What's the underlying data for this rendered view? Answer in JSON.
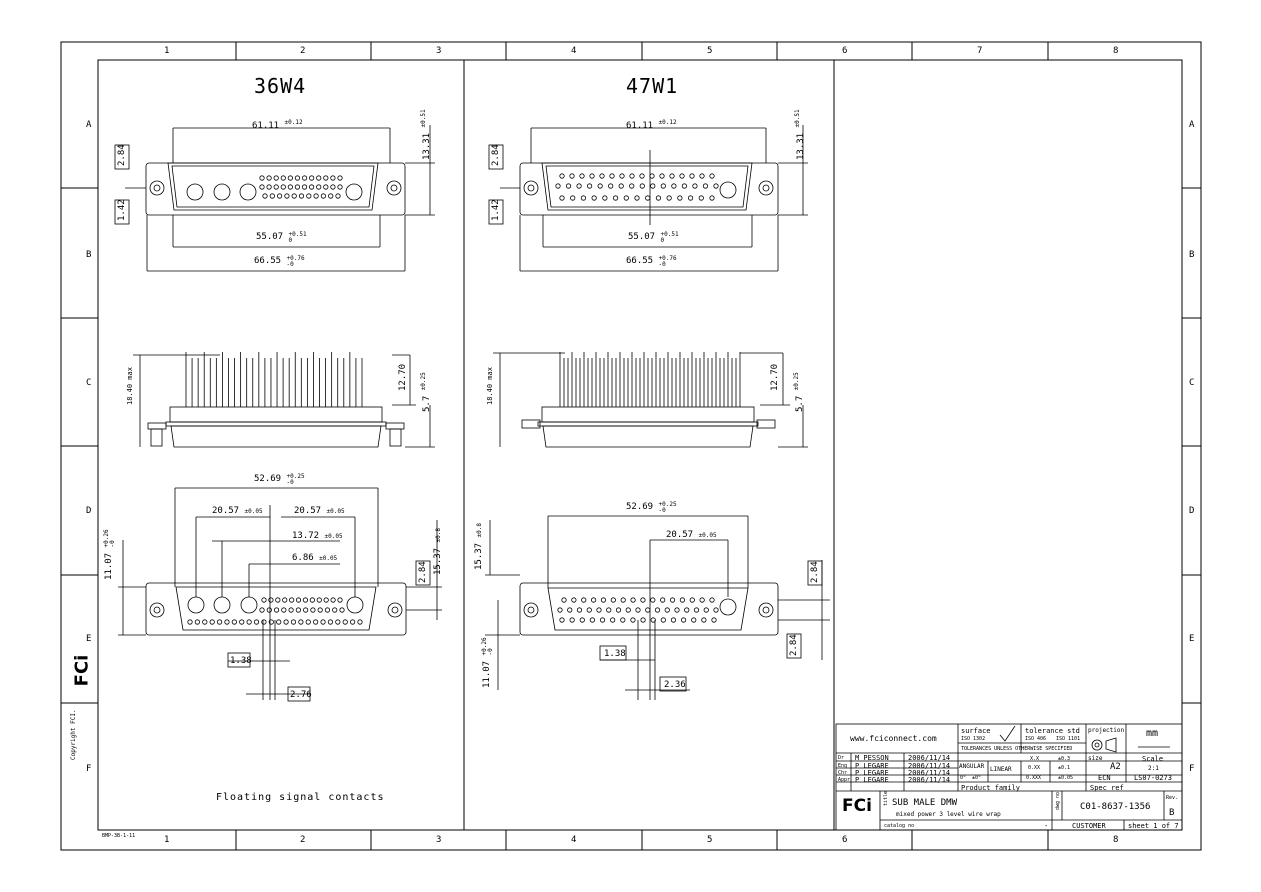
{
  "sheet": {
    "columns": [
      "1",
      "2",
      "3",
      "4",
      "5",
      "6",
      "7",
      "8"
    ],
    "rows": [
      "A",
      "B",
      "C",
      "D",
      "E",
      "F"
    ],
    "stamp": "BMP-3B-1-11",
    "copyright": "Copyright FCI.",
    "brand": "FCi"
  },
  "views": {
    "left_title": "36W4",
    "right_title": "47W1",
    "note": "Floating signal contacts"
  },
  "dims_left": {
    "top_width": "61.11",
    "top_width_tol": "±0.12",
    "top_height": "13.31",
    "top_height_tol": "±0.51",
    "left_upper": "2.84",
    "left_lower": "1.42",
    "inner_width": "55.07",
    "inner_width_tol_plus": "+0.51",
    "inner_width_tol_minus": "0",
    "overall_width": "66.55",
    "overall_width_tol_plus": "+0.76",
    "overall_width_tol_minus": "-0",
    "side_max": "18.40 max",
    "side_pin": "12.70",
    "side_base": "5.7",
    "side_base_tol": "±0.25",
    "bot_width": "52.69",
    "bot_width_tol_plus": "+0.25",
    "bot_width_tol_minus": "-0",
    "bot_a": "20.57",
    "bot_a_tol": "±0.05",
    "bot_b": "20.57",
    "bot_b_tol": "±0.05",
    "bot_c": "13.72",
    "bot_c_tol": "±0.05",
    "bot_d": "6.86",
    "bot_d_tol": "±0.05",
    "bot_left": "11.07",
    "bot_left_tol_plus": "+0.26",
    "bot_left_tol_minus": "-0",
    "bot_right": "15.37",
    "bot_right_tol": "±0.8",
    "bot_box": "2.84",
    "bot_p1": "1.38",
    "bot_p2": "2.76"
  },
  "dims_right": {
    "top_width": "61.11",
    "top_width_tol": "±0.12",
    "top_height": "13.31",
    "top_height_tol": "±0.51",
    "left_upper": "2.84",
    "left_lower": "1.42",
    "inner_width": "55.07",
    "inner_width_tol_plus": "+0.51",
    "inner_width_tol_minus": "0",
    "overall_width": "66.55",
    "overall_width_tol_plus": "+0.76",
    "overall_width_tol_minus": "-0",
    "side_max": "18.40 max",
    "side_pin": "12.70",
    "side_base": "5.7",
    "side_base_tol": "±0.25",
    "bot_width": "52.69",
    "bot_width_tol_plus": "+0.25",
    "bot_width_tol_minus": "-0",
    "bot_a": "20.57",
    "bot_a_tol": "±0.05",
    "bot_left": "15.37",
    "bot_left_tol": "±0.8",
    "bot_left2": "11.07",
    "bot_left2_tol_plus": "+0.26",
    "bot_left2_tol_minus": "-0",
    "bot_box_upper": "2.84",
    "bot_box_lower": "2.84",
    "bot_p1": "1.38",
    "bot_p2": "2.36"
  },
  "titleblock": {
    "website": "www.fciconnect.com",
    "surface_label": "surface",
    "surface_std": "ISO 1302",
    "tolerance_label": "tolerance std",
    "tol_std1": "ISO 406",
    "tol_std2": "ISO 1101",
    "projection_label": "projection",
    "units": "mm",
    "tol_unless": "TOLERANCES UNLESS OTHERWISE SPECIFIED",
    "angular": "ANGULAR",
    "linear": "LINEAR",
    "lin1a": "X.X",
    "lin1b": "±0.3",
    "lin2a": "0.XX",
    "lin2b": "±0.1",
    "lin3a": "0.XXX",
    "lin3b": "±0.05",
    "ang1": "0°",
    "ang2": "±0°",
    "size_label": "size",
    "size": "A2",
    "scale_label": "Scale",
    "scale": "2:1",
    "ecn_label": "ECN",
    "ecn": "LS07-0273",
    "people": [
      {
        "role": "Dr",
        "name": "M PESSON",
        "date": "2006/11/14"
      },
      {
        "role": "Eng",
        "name": "P LEGARE",
        "date": "2006/11/14"
      },
      {
        "role": "Chr",
        "name": "P LEGARE",
        "date": "2006/11/14"
      },
      {
        "role": "Appr",
        "name": "P LEGARE",
        "date": "2006/11/14"
      }
    ],
    "product_family": "Product family",
    "spec_ref": "Spec ref",
    "title_label": "title",
    "title1": "SUB  MALE DMW",
    "title2": "mixed power 3 level wire wrap",
    "dwg_label": "dwg no",
    "dwg_no": "C01-8637-1356",
    "rev_label": "Rev.",
    "rev": "B",
    "catalog_label": "catalog no",
    "catalog_dash": "-",
    "customer": "CUSTOMER",
    "sheet": "sheet 1 of 7",
    "brand": "FCi"
  }
}
